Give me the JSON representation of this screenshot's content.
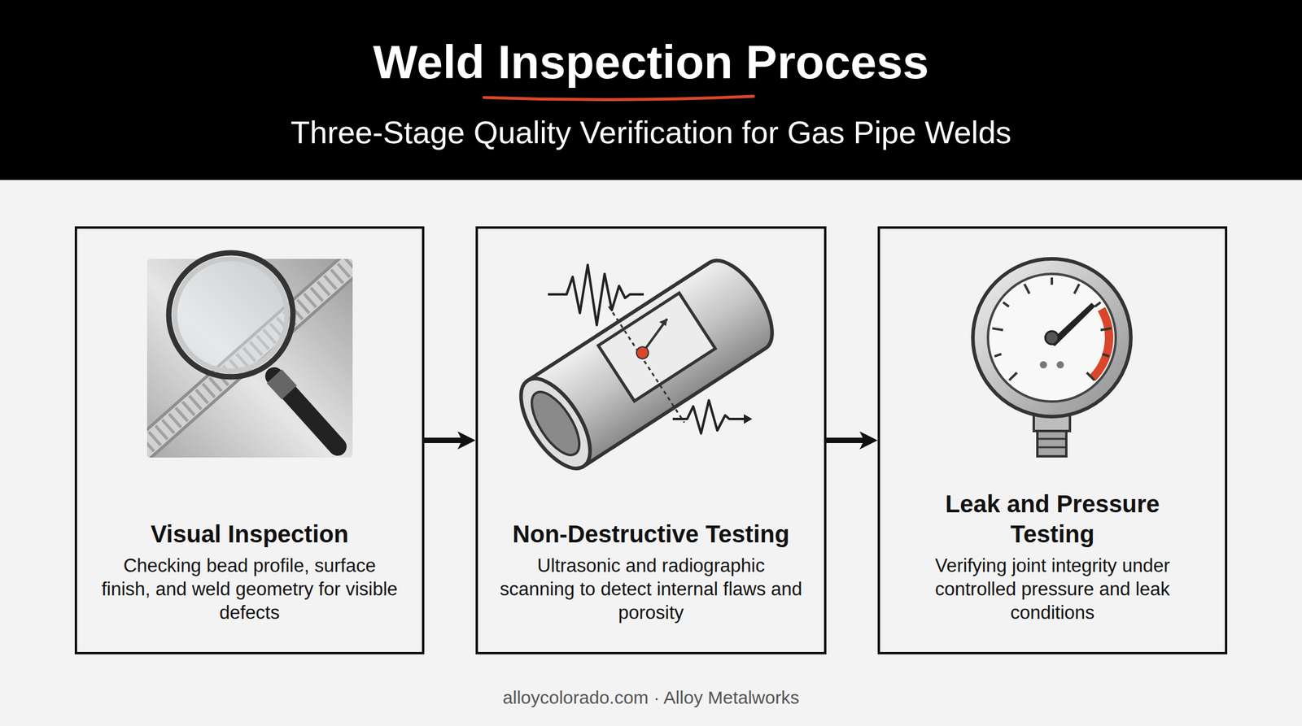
{
  "diagram": {
    "title": "Weld Inspection Process",
    "nodes": [
      {
        "text": [
          "Visual Inspection",
          "Checking bead profile, surface finish, and weld geometry for visible defects"
        ]
      },
      {
        "text": [
          "Non-Destructive Testing",
          "Ultrasonic and radiographic scanning to detect internal flaws and porosity"
        ]
      },
      {
        "text": [
          "Leak and Pressure Testing",
          "Verifying joint integrity under controlled pressure and leak conditions"
        ]
      }
    ],
    "edges": [
      {
        "from": 0,
        "to": 1,
        "arrow": "to"
      },
      {
        "from": 1,
        "to": 2,
        "arrow": "to"
      }
    ],
    "labels": [
      "Three-Stage Quality Verification for Gas Pipe Welds",
      "alloycolorado.com · Alloy Metalworks"
    ]
  }
}
